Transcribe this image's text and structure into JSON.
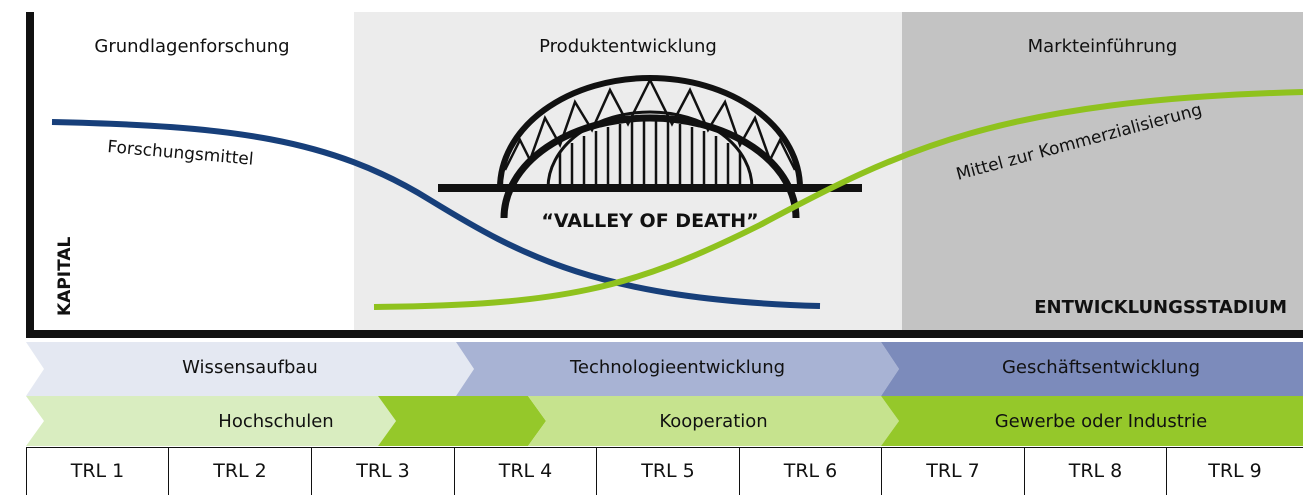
{
  "phases": {
    "basic": "Grundlagenforschung",
    "product": "Produktentwicklung",
    "market": "Markteinführung"
  },
  "axes": {
    "y_label": "KAPITAL",
    "x_label": "ENTWICKLUNGSSTADIUM"
  },
  "curves": {
    "research": "Forschungsmittel",
    "commercial": "Mittel zur Kommerzialisierung"
  },
  "valley_label": "“VALLEY OF DEATH”",
  "development_row": [
    "Wissensaufbau",
    "Technologieentwicklung",
    "Geschäftsentwicklung"
  ],
  "actor_row": [
    "Hochschulen",
    "Kooperation",
    "Gewerbe oder Industrie"
  ],
  "trl": [
    "TRL 1",
    "TRL 2",
    "TRL 3",
    "TRL 4",
    "TRL 5",
    "TRL 6",
    "TRL 7",
    "TRL 8",
    "TRL 9"
  ],
  "colors": {
    "research_curve": "#173f7a",
    "commercial_curve": "#8fc21e",
    "middle_bg": "#ececec",
    "market_bg": "#c3c3c3",
    "dev1": "#e4e8f2",
    "dev2": "#a8b3d4",
    "dev3": "#7c8bbb",
    "act_light": "#d9edc0",
    "act_mid": "#c6e38e",
    "act_dark": "#95c82a"
  }
}
